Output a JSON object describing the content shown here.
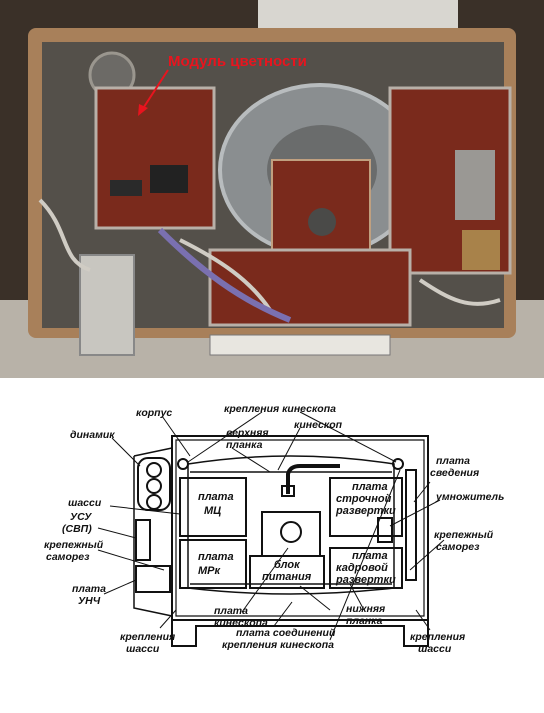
{
  "photo": {
    "caption": "Модуль цветности",
    "colors": {
      "caption": "#e8141e",
      "board": "#7a2a1c",
      "wood": "#a8805a"
    }
  },
  "diagram": {
    "labels": {
      "korpus": "корпус",
      "kreplenia_kineskopa_top": "крепления кинескопа",
      "kineskop": "кинескоп",
      "verhnyaya_planka_1": "верхняя",
      "verhnyaya_planka_2": "планка",
      "dinamik": "динамик",
      "plata_svedenia_1": "плата",
      "plata_svedenia_2": "сведения",
      "umnozhitel": "умножитель",
      "shassi": "шасси",
      "usu_1": "УСУ",
      "usu_2": "(СВП)",
      "krep_samorez_left_1": "крепежный",
      "krep_samorez_left_2": "саморез",
      "krep_samorez_right_1": "крепежный",
      "krep_samorez_right_2": "саморез",
      "plata_unch_1": "плата",
      "plata_unch_2": "УНЧ",
      "kreplenia_shassi_left_1": "крепления",
      "kreplenia_shassi_left_2": "шасси",
      "kreplenia_shassi_right_1": "крепления",
      "kreplenia_shassi_right_2": "шасси",
      "plata_kineskopa_1": "плата",
      "plata_kineskopa_2": "кинескопа",
      "nizhnyaya_planka_1": "нижняя",
      "nizhnyaya_planka_2": "планка",
      "plata_soedineniy": "плата соединений",
      "kreplenia_kineskopa_bottom": "крепления кинескопа"
    },
    "blocks": {
      "mc_1": "плата",
      "mc_2": "МЦ",
      "mrk_1": "плата",
      "mrk_2": "МРк",
      "blok_1": "блок",
      "blok_2": "питания",
      "strochnoy_1": "плата",
      "strochnoy_2": "строчной",
      "strochnoy_3": "развертки",
      "kadrovoy_1": "плата",
      "kadrovoy_2": "кадровой",
      "kadrovoy_3": "развертки"
    }
  }
}
